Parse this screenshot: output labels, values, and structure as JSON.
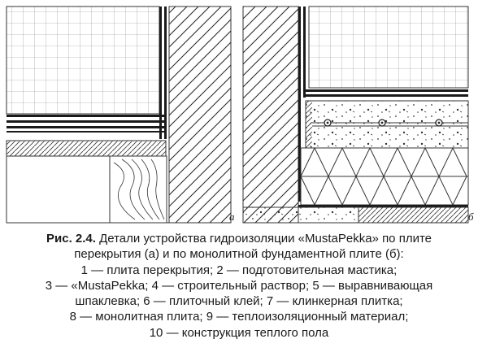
{
  "panels": [
    {
      "label": "а"
    },
    {
      "label": "б"
    }
  ],
  "caption": {
    "fig": "Рис. 2.4.",
    "title_part1": " Детали устройства гидроизоляции «MustaPekka» по плите",
    "title_part2": "перекрытия (а) и по монолитной фундаментной плите (б):",
    "legend": [
      "1 — плита перекрытия; 2 — подготовительная мастика;",
      "3 — «MustaPekka; 4 — строительный раствор; 5 — выравнивающая",
      "шпаклевка; 6 — плиточный клей; 7 — клинкерная плитка;",
      "8 — монолитная плита; 9 — теплоизоляционный материал;",
      "10 — конструкция теплого пола"
    ]
  }
}
